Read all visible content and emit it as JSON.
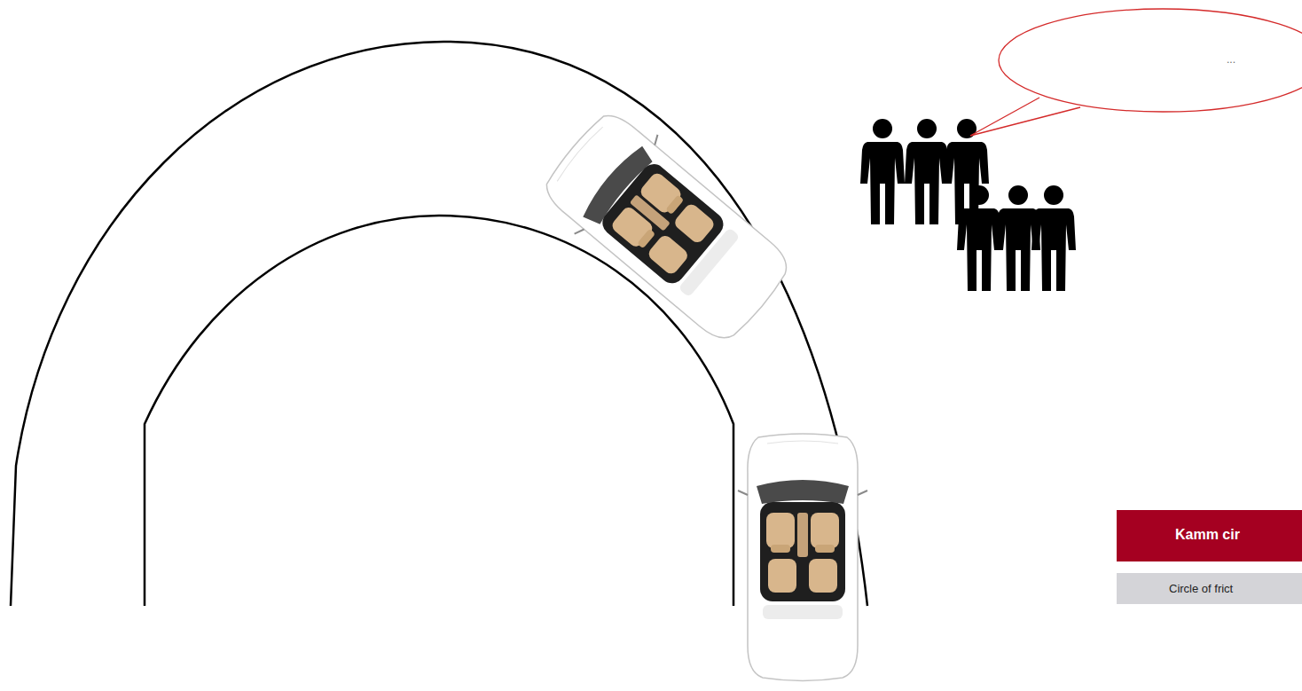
{
  "diagram": {
    "nodes": [
      {
        "text": [
          "..."
        ]
      },
      {
        "text": [
          "Kamm cir"
        ]
      },
      {
        "text": [
          "Circle of frict"
        ]
      }
    ]
  }
}
